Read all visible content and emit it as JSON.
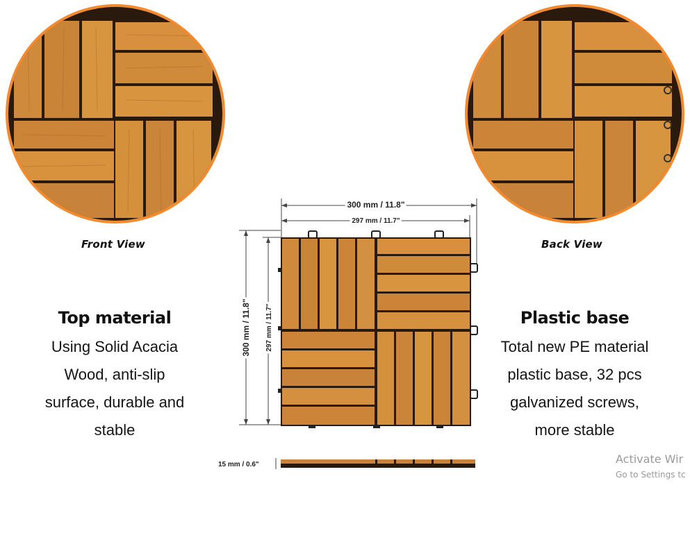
{
  "views": {
    "front_label": "Front View",
    "back_label": "Back View"
  },
  "left_feature": {
    "title": "Top material",
    "description": "Using Solid Acacia\nWood, anti-slip\nsurface, durable and\nstable"
  },
  "right_feature": {
    "title": "Plastic base",
    "description": "Total new PE material\nplastic base, 32 pcs\ngalvanized screws,\nmore stable"
  },
  "dimensions": {
    "outer_width": "300 mm / 11.8\"",
    "inner_width": "297 mm / 11.7\"",
    "outer_height": "300 mm / 11.8\"",
    "inner_height": "297 mm / 11.7\"",
    "thickness": "15 mm / 0.6\""
  },
  "watermark": {
    "title": "Activate Wir",
    "subtitle": "Go to Settings tc"
  },
  "colors": {
    "accent": "#f48a2e",
    "wood_light": "#d8903e",
    "wood_dark": "#b8691f",
    "gap": "#2a1a0e"
  }
}
